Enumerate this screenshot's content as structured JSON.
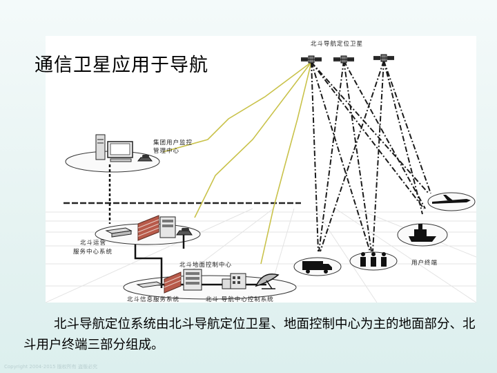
{
  "slide": {
    "title": "通信卫星应用于导航",
    "caption": "北斗导航定位系统由北斗导航定位卫星、地面控制中心为主的地面部分、北斗用户终端三部分组成。",
    "copyright": "Copyright 2004-2015 版权所有 盗版必究"
  },
  "diagram": {
    "labels": {
      "satellites": "北斗导航定位卫星",
      "group_center_line1": "集团用户监控",
      "group_center_line2": "管理中心",
      "ops_center_line1": "北斗运营",
      "ops_center_line2": "服务中心系统",
      "ground_control": "北斗地面控制中心",
      "info_service": "北斗信息服务系统",
      "nav_control": "北斗  导航中心控制系统",
      "user_terminal": "用户终端"
    },
    "colors": {
      "satellite_links": "#1a1a1a",
      "ground_links": "#c9c24a",
      "firewall": "#b85a4a"
    },
    "icons": [
      "satellite-icon",
      "computer-icon",
      "telephone-icon",
      "firewall-icon",
      "server-icon",
      "building-icon",
      "dish-antenna-icon",
      "truck-icon",
      "people-icon",
      "ship-icon",
      "aircraft-icon"
    ]
  }
}
